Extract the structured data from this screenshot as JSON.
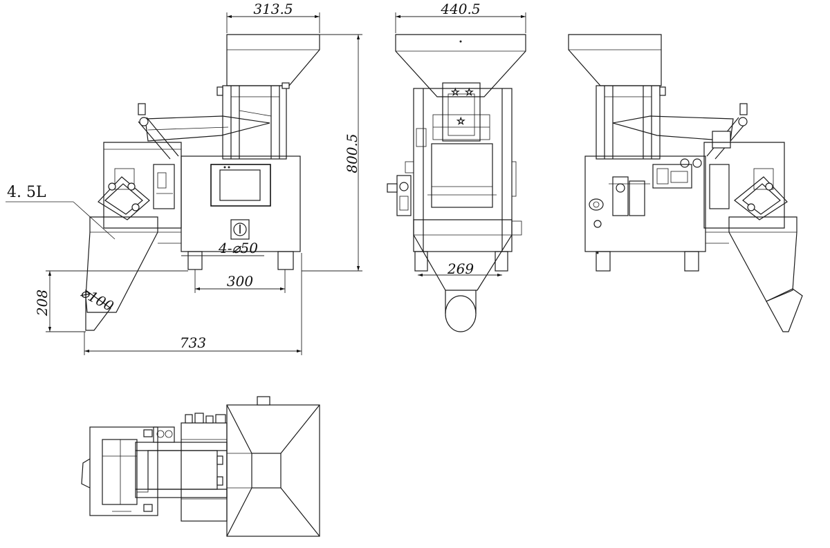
{
  "drawing": {
    "dimensions": {
      "hopper_top_width_side": "313.5",
      "total_height": "800.5",
      "hopper_top_width_front": "440.5",
      "bucket_volume": "4. 5L",
      "foot_spec": "4-⌀50",
      "foot_spacing": "300",
      "discharge_height": "208",
      "discharge_diameter": "⌀100",
      "total_length": "733",
      "front_bucket_width": "269"
    }
  }
}
